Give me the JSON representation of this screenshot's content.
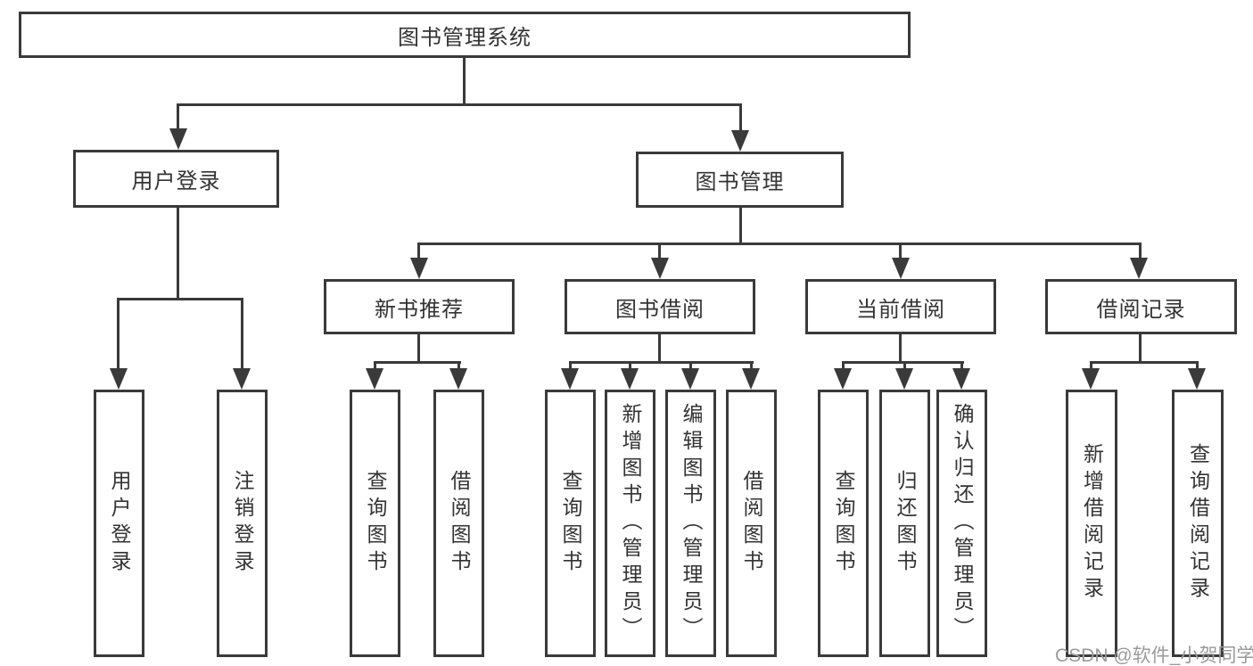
{
  "nodes": {
    "root": {
      "label": "图书管理系统"
    },
    "user_login": {
      "label": "用户登录"
    },
    "book_mgmt": {
      "label": "图书管理"
    },
    "new_book_rec": {
      "label": "新书推荐"
    },
    "book_borrow": {
      "label": "图书借阅"
    },
    "current_borrow": {
      "label": "当前借阅"
    },
    "borrow_record": {
      "label": "借阅记录"
    },
    "ul_login": {
      "label": "用户登录"
    },
    "ul_logout": {
      "label": "注销登录"
    },
    "nb_query": {
      "label": "查询图书"
    },
    "nb_borrow": {
      "label": "借阅图书"
    },
    "bb_query": {
      "label": "查询图书"
    },
    "bb_add": {
      "label": "新增图书（管理员）"
    },
    "bb_edit": {
      "label": "编辑图书（管理员）"
    },
    "bb_borrow": {
      "label": "借阅图书"
    },
    "cb_query": {
      "label": "查询图书"
    },
    "cb_return": {
      "label": "归还图书"
    },
    "cb_confirm": {
      "label": "确认归还（管理员）"
    },
    "br_add": {
      "label": "新增借阅记录"
    },
    "br_query": {
      "label": "查询借阅记录"
    }
  },
  "watermark": {
    "text": "CSDN @软件_小贺同学"
  },
  "colors": {
    "line": "#3a3a3a",
    "text": "#333333",
    "watermark": "#9a9a9a",
    "background": "#ffffff"
  }
}
